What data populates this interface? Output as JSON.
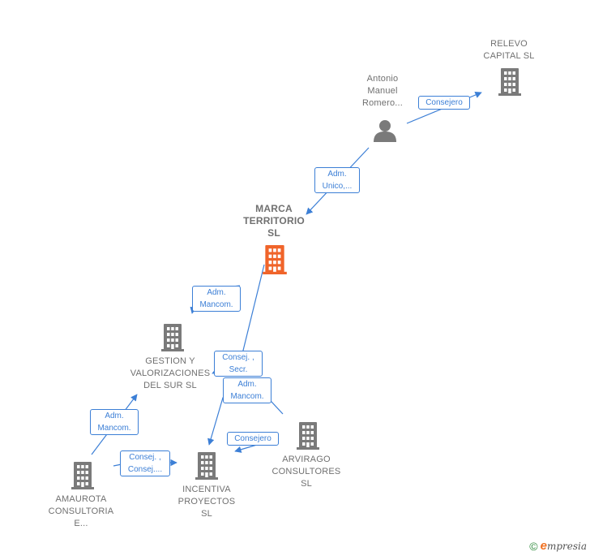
{
  "colors": {
    "edge": "#3c7fd6",
    "company": "#7a7a7a",
    "focus_company": "#f0642a",
    "person": "#7a7a7a"
  },
  "nodes": {
    "relevo": {
      "lines": [
        "RELEVO",
        "CAPITAL  SL"
      ],
      "icon": "building-icon"
    },
    "antonio": {
      "lines": [
        "Antonio",
        "Manuel",
        "Romero..."
      ],
      "icon": "person-icon"
    },
    "marca": {
      "lines": [
        "MARCA",
        "TERRITORIO",
        "SL"
      ],
      "icon": "building-icon"
    },
    "gestion": {
      "lines": [
        "GESTION Y",
        "VALORIZACIONES",
        "DEL SUR  SL"
      ],
      "icon": "building-icon"
    },
    "arvirago": {
      "lines": [
        "ARVIRAGO",
        "CONSULTORES",
        "SL"
      ],
      "icon": "building-icon"
    },
    "incentiva": {
      "lines": [
        "INCENTIVA",
        "PROYECTOS",
        "SL"
      ],
      "icon": "building-icon"
    },
    "amaurota": {
      "lines": [
        "AMAUROTA",
        "CONSULTORIA",
        "E..."
      ],
      "icon": "building-icon"
    }
  },
  "edges": {
    "e1": {
      "lines": [
        "Consejero"
      ]
    },
    "e2": {
      "lines": [
        "Adm.",
        "Unico,..."
      ]
    },
    "e3": {
      "lines": [
        "Adm.",
        "Mancom."
      ]
    },
    "e4": {
      "lines": [
        "Consej. ,",
        "Secr."
      ]
    },
    "e5": {
      "lines": [
        "Adm.",
        "Mancom."
      ]
    },
    "e6": {
      "lines": [
        "Consejero"
      ]
    },
    "e7": {
      "lines": [
        "Adm.",
        "Mancom."
      ]
    },
    "e8": {
      "lines": [
        "Consej. ,",
        "Consej...."
      ]
    }
  },
  "footer": {
    "symbol": "©",
    "brand_initial": "e",
    "brand_rest": "mpresia"
  }
}
